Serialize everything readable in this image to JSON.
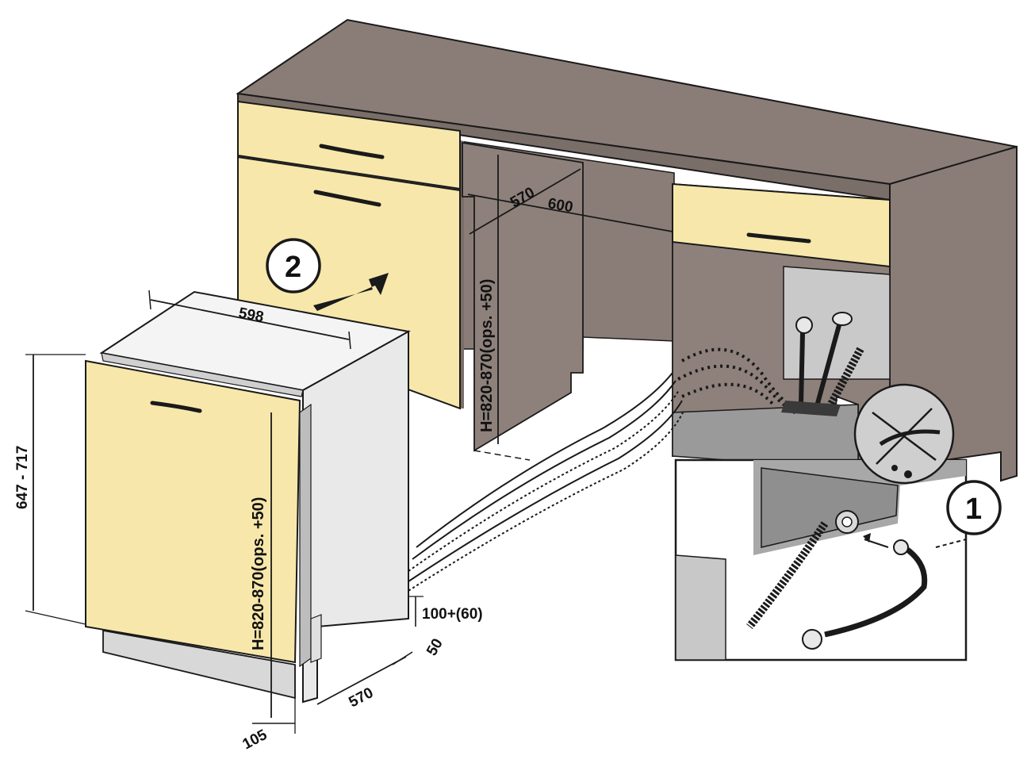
{
  "labels": {
    "dim_598": "598",
    "dim_647_717": "647 - 717",
    "dim_h_front": "H=820-870(ops. +50)",
    "dim_h_niche": "H=820-870(ops. +50)",
    "dim_570_niche": "570",
    "dim_600_niche": "600",
    "dim_100_60": "100+(60)",
    "dim_50": "50",
    "dim_570_side": "570",
    "dim_105": "105",
    "step_1": "1",
    "step_2": "2"
  },
  "colors": {
    "cabinet_body": "#8e817b",
    "cabinet_top": "#8a7d77",
    "cabinet_dark": "#7a6e69",
    "front_panel": "#f7e7aa",
    "appliance_side": "#e9e9e9",
    "appliance_top": "#f4f4f4",
    "floor_plinth": "#d8d8d8",
    "inset_bg": "#a8a8a8",
    "outline": "#1a1a1a"
  }
}
